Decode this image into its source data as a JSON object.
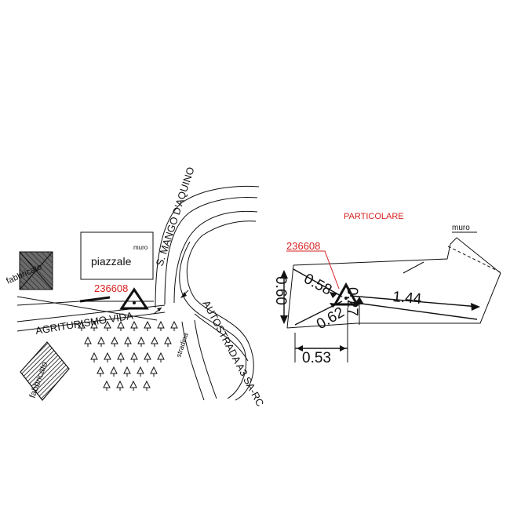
{
  "map": {
    "labels": {
      "fabbricato_top": "fabbricato",
      "fabbricato_bottom": "fabbricato",
      "piazzale": "piazzale",
      "muro_map": "muro",
      "benchmark_map": "236608",
      "agriturismo": "AGRITURISMO VIDA",
      "road_mango": "S. MANGO D'AQUINO",
      "autostrada": "AUTOSTRADA A3 SA-RC",
      "stradina": "stradina"
    }
  },
  "detail": {
    "title": "PARTICOLARE",
    "muro": "muro",
    "benchmark": "236608",
    "dimensions": {
      "d027": "0.27",
      "d058": "0.58",
      "d060": "0.60",
      "d062": "0.62",
      "d144": "1.44",
      "d053": "0.53"
    }
  },
  "colors": {
    "ink": "#111111",
    "accent": "#d62020"
  }
}
